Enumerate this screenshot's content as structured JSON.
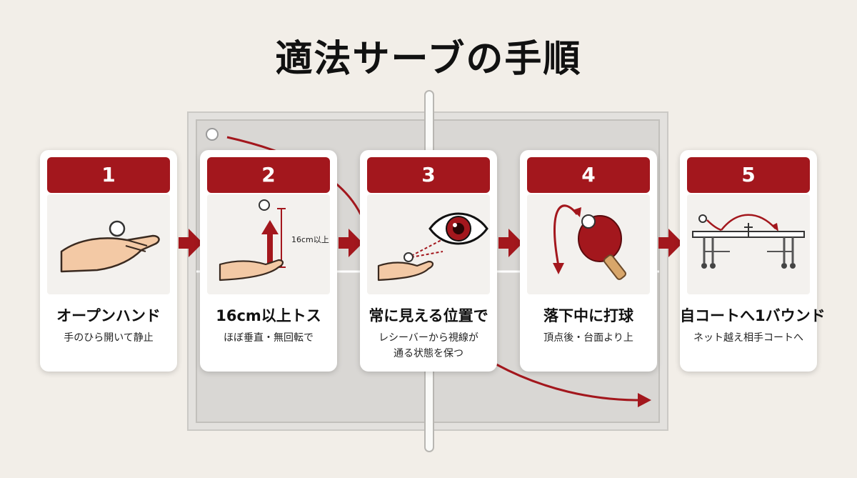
{
  "title": "適法サーブの手順",
  "colors": {
    "accent": "#a3171d",
    "background": "#f2eee8",
    "card": "#ffffff"
  },
  "steps": [
    {
      "number": "1",
      "title": "オープンハンド",
      "description": "手のひら開いて静止",
      "icon": "open-palm-ball-icon"
    },
    {
      "number": "2",
      "title": "16cm以上トス",
      "description": "ほぼ垂直・無回転で",
      "measure_label": "16cm以上",
      "icon": "toss-up-icon"
    },
    {
      "number": "3",
      "title": "常に見える位置で",
      "description": "レシーバーから視線が\n通る状態を保つ",
      "icon": "eye-icon"
    },
    {
      "number": "4",
      "title": "落下中に打球",
      "description": "頂点後・台面より上",
      "icon": "paddle-strike-icon"
    },
    {
      "number": "5",
      "title": "自コートへ1バウンド",
      "description": "ネット越え相手コートへ",
      "icon": "table-bounce-icon"
    }
  ]
}
